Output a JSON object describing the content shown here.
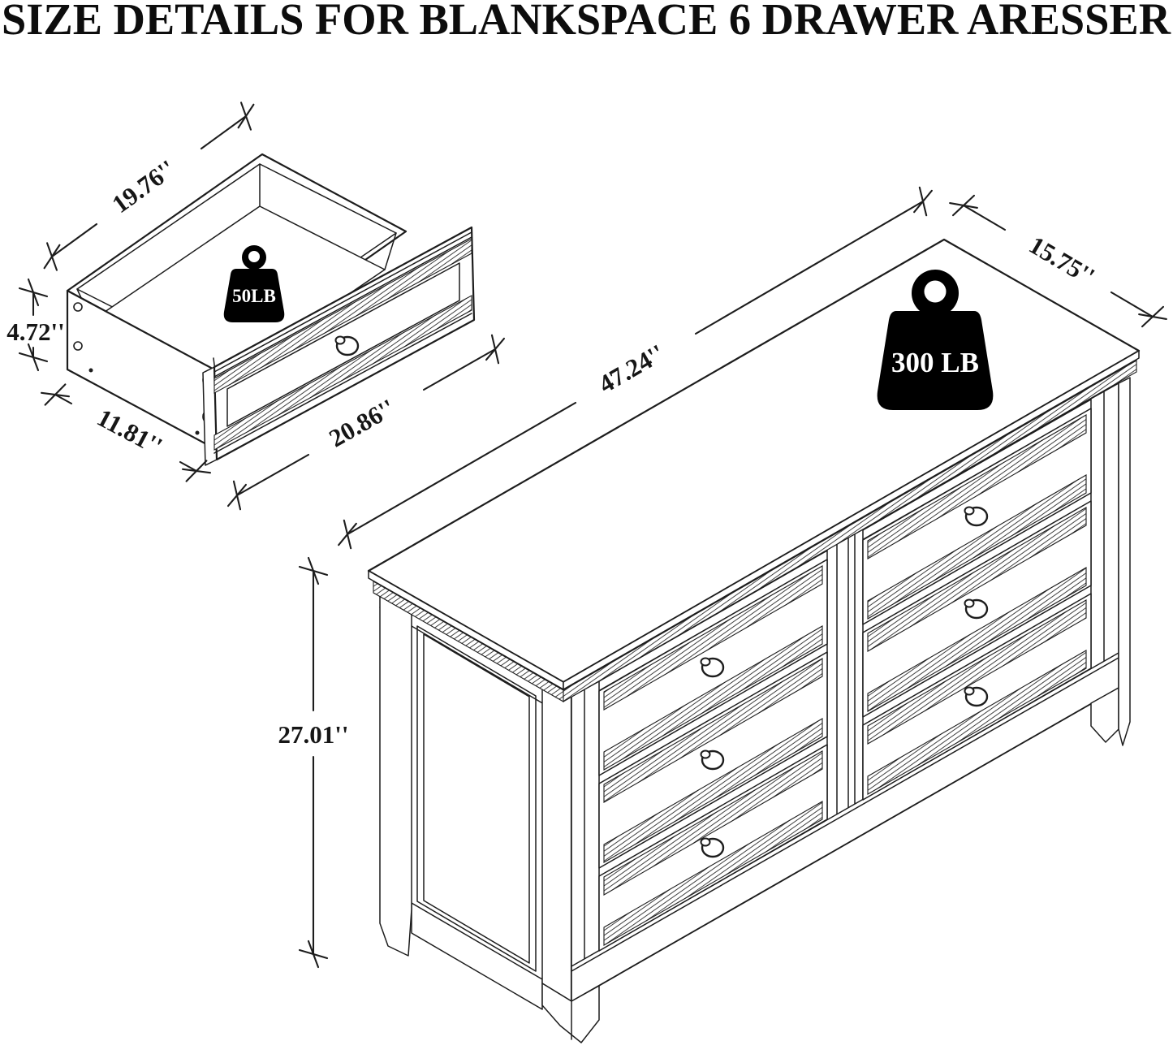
{
  "title": "SIZE DETAILS FOR BLANKSPACE 6 DRAWER ARESSER",
  "colors": {
    "line": "#1d1d1d",
    "background": "#ffffff",
    "weight_badge_fill": "#000000",
    "weight_badge_text": "#ffffff"
  },
  "drawer_detail": {
    "weight_capacity": "50LB",
    "dimensions": {
      "top_length": "19.76''",
      "height": "4.72''",
      "depth": "11.81''",
      "front_width": "20.86''"
    }
  },
  "dresser": {
    "weight_capacity": "300 LB",
    "dimensions": {
      "width": "47.24''",
      "depth": "15.75''",
      "height": "27.01''"
    }
  }
}
